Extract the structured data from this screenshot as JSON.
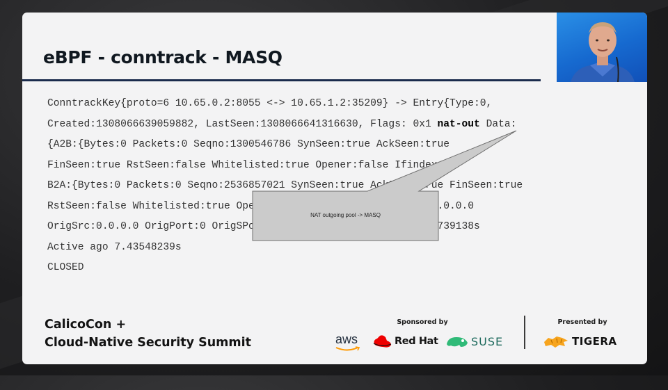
{
  "slide": {
    "title": "eBPF - conntrack - MASQ",
    "code_lines": [
      {
        "pre": "ConntrackKey{proto=6 10.65.0.2:8055 <-> 10.65.1.2:35209} -> Entry{Type:0,",
        "bold": "",
        "post": ""
      },
      {
        "pre": "Created:1308066639059882, LastSeen:1308066641316630, Flags: 0x1 ",
        "bold": "nat-out",
        "post": " Data:"
      },
      {
        "pre": "{A2B:{Bytes:0 Packets:0 Seqno:1300546786 SynSeen:true AckSeen:true",
        "bold": "",
        "post": ""
      },
      {
        "pre": "FinSeen:true RstSeen:false Whitelisted:true Opener:false Ifindex:6}",
        "bold": "",
        "post": ""
      },
      {
        "pre": "B2A:{Bytes:0 Packets:0 Seqno:2536857021 SynSeen:true AckSeen:true FinSeen:true",
        "bold": "",
        "post": ""
      },
      {
        "pre": "RstSeen:false Whitelisted:true Opener:false Ifindex:2} OrigDst:0.0.0.0",
        "bold": "",
        "post": ""
      },
      {
        "pre": "OrigSrc:0.0.0.0 OrigPort:0 OrigSPort:0 TunIP:0.0.0.0} Age: 7.437739138s",
        "bold": "",
        "post": ""
      },
      {
        "pre": "Active ago 7.43548239s",
        "bold": "",
        "post": ""
      },
      {
        "pre": "CLOSED",
        "bold": "",
        "post": ""
      }
    ],
    "callout": "NAT outgoing pool -> MASQ"
  },
  "footer": {
    "event_line1": "CalicoCon +",
    "event_line2": "Cloud-Native Security Summit",
    "sponsored_by": "Sponsored by",
    "presented_by": "Presented by",
    "sponsors": [
      "aws",
      "Red Hat",
      "SUSE"
    ],
    "presenter": "TIGERA"
  },
  "colors": {
    "title_rule": "#1a2b4c",
    "calico_orange": "#f5a623",
    "redhat_red": "#ee0000",
    "suse_green": "#30ba78",
    "tigera_orange": "#f7a41d",
    "webcam_bg": "#1a74d9"
  },
  "icons": [
    "calico-cat-icon",
    "cloud-shield-icon",
    "redhat-hat-icon",
    "suse-chameleon-icon",
    "tigera-tiger-icon",
    "aws-smile-icon"
  ]
}
